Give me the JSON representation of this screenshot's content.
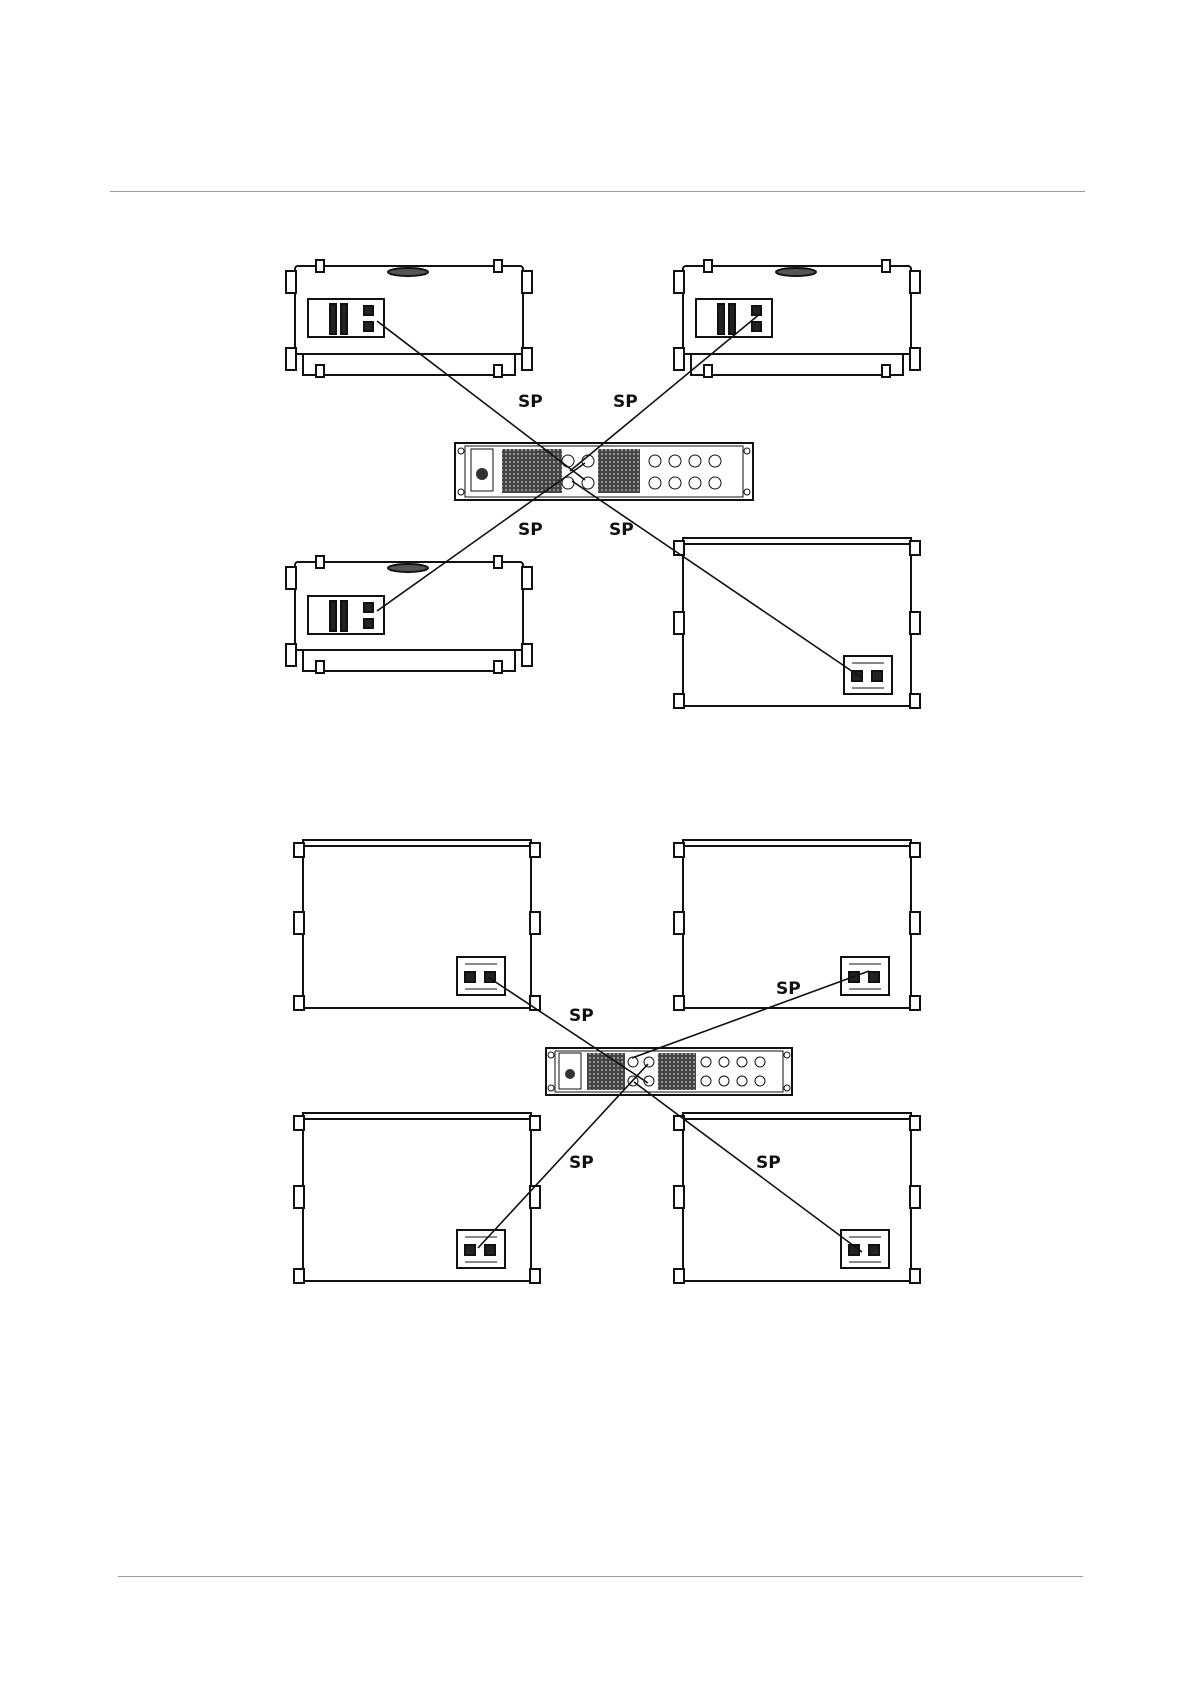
{
  "diagram_top": {
    "cable_labels": [
      "SP",
      "SP",
      "SP",
      "SP"
    ]
  },
  "diagram_bottom": {
    "cable_labels": [
      "SP",
      "SP",
      "SP",
      "SP"
    ]
  }
}
